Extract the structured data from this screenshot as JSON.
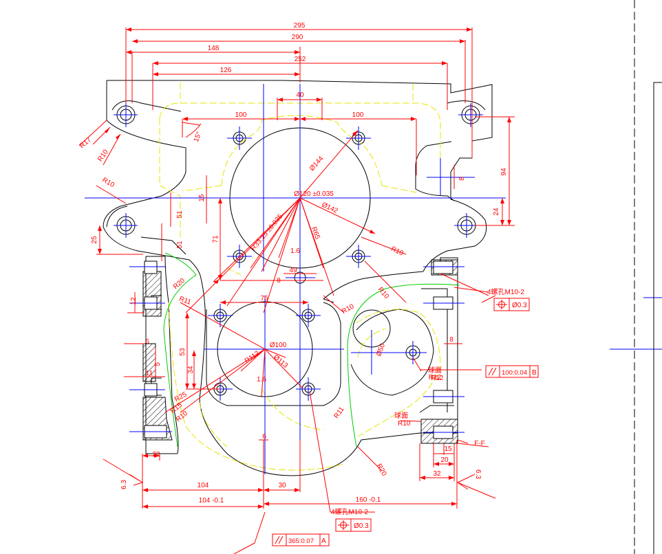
{
  "colors": {
    "background": "#ffffff",
    "outline": "#000000",
    "dimension": "#ff0000",
    "centerline": "#0000ff",
    "hidden": "#e6e600",
    "section_line": "#00cc00"
  },
  "dimensions": {
    "d295": "295",
    "d290": "290",
    "d148": "148",
    "d252": "252",
    "d126": "126",
    "d40": "40",
    "d100_left": "100",
    "d100_right": "100",
    "d94": "94",
    "d24": "24",
    "d8_top": "8",
    "d15": "15",
    "d15deg": "15°",
    "d51_a": "51",
    "d51_b": "51",
    "d25": "25",
    "d71": "71",
    "d12": "12",
    "d6": "6",
    "d5": "5",
    "d11": "11",
    "d53": "53",
    "d34": "34",
    "d22": "22",
    "d76": "76",
    "d49": "49",
    "d8_mid": "8",
    "d16_a": "1.6",
    "d16_b": "1.6",
    "d6_bottom": "6",
    "d104": "104",
    "d30": "30",
    "d104_tol": "104 -0.1",
    "d160_tol": "160 -0.1",
    "d8_right": "8",
    "d15_right": "15",
    "d20_right": "20",
    "d32": "32",
    "dia144": "Ø144",
    "dia120": "Ø120 ±0.035",
    "dia142": "Ø142",
    "dia100": "Ø100",
    "dia50": "Ø50",
    "dia113": "Ø113",
    "r17": "R17",
    "r10_a": "R10",
    "r10_b": "R10",
    "r10_c": "R10",
    "r10_d": "R10",
    "r10_e": "R10",
    "r10_f": "R10",
    "r20_a": "R20",
    "r20_b": "R20",
    "r11_a": "R11",
    "r11_b": "R11",
    "r112": "R112",
    "r15": "R15",
    "r12": "R12",
    "r25": "R25",
    "r3325": "R33.25 ±0.035",
    "r65": "R65",
    "rough_left": "6.3",
    "rough_right": "6.3",
    "section_mark": "F-F"
  },
  "notes": {
    "bolt_top": "4螺孔M10-2",
    "bolt_bottom": "4螺孔M10-2",
    "sphere_a": "球面",
    "sphere_a_r": "R12",
    "sphere_b": "球面",
    "sphere_b_r": "R10"
  },
  "tolerance_frames": {
    "pos_top": {
      "value": "Ø0.3"
    },
    "pos_bottom": {
      "value": "Ø0.3"
    },
    "parallel_right": {
      "value": "100:0.04",
      "datum": "B"
    },
    "parallel_bottom": {
      "value": "365:0.07",
      "datum": "A"
    }
  }
}
